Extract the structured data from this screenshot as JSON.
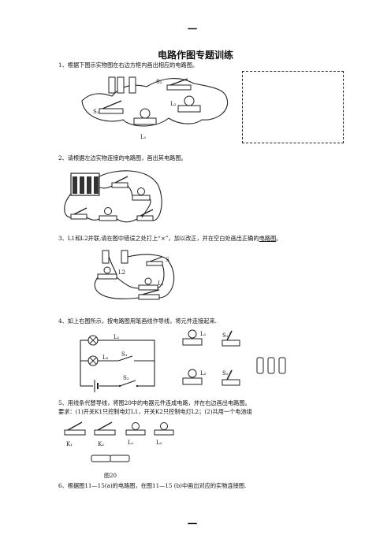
{
  "header_mark": "一",
  "footer_mark": "一",
  "title": "电路作图专题训练",
  "questions": {
    "q1": "1、根据下图示实物图在右边方框内画出相应的电路图。",
    "q2": "2、请根据左边实物连接的电路图，画出其电路图。",
    "q3_pre": "3、L1和L2并联,请在图中错误之处打上“×”，加以改正，并在空白处画出正确的",
    "q3_link": "电路图",
    "q3_post": "。",
    "q4": "4、如上右图所示，按电路图用笔画线作导线，将元件连接起来.",
    "q5": "5、用线条代替导线，将图20中的电器元件连成电路，并在右边画出电路图。",
    "q5_req": "要求：(1)开关K1只控制电灯L1，开关K2只控制电灯L2；(2)共用一个电池组",
    "q6": "6、根据图11—15(a)的电路图，在图11—15 (b)中画出对应的实物连接图."
  },
  "labels": {
    "fig1": {
      "s2": "S₂",
      "s1": "S₁",
      "l2": "L₂",
      "l1": "L₁"
    },
    "fig3": {
      "s": "S",
      "l2": "L2",
      "l1": "L₁"
    },
    "fig4_circuit": {
      "l1": "L₁",
      "l2": "L₂",
      "s1": "S₁",
      "s2": "S₂"
    },
    "fig4_parts": {
      "l1": "L₁",
      "l2": "L₂",
      "s1": "S₁",
      "s2": "S₂"
    },
    "fig5": {
      "k1": "K₁",
      "k2": "K₂",
      "l1": "L₁",
      "l2": "L₂",
      "caption": "图20"
    }
  }
}
